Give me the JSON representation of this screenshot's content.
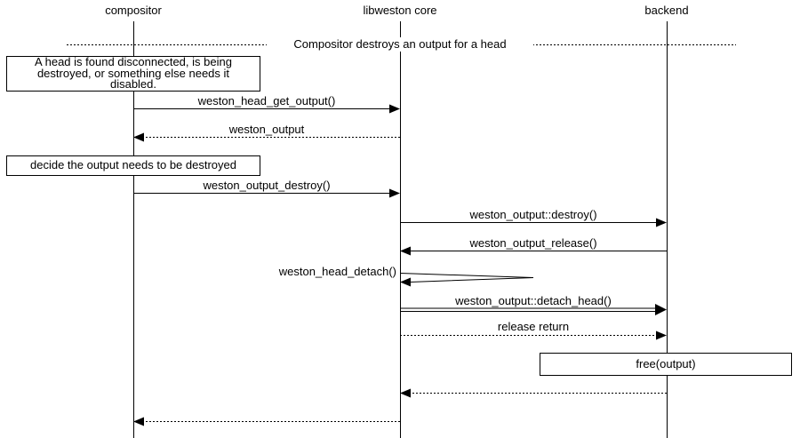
{
  "diagram": {
    "type": "sequence-diagram",
    "title": "Compositor destroys an output for a head",
    "colors": {
      "foreground": "#000000",
      "background": "#ffffff"
    },
    "participants": [
      {
        "id": "compositor",
        "label": "compositor"
      },
      {
        "id": "libweston-core",
        "label": "libweston core"
      },
      {
        "id": "backend",
        "label": "backend"
      }
    ],
    "notes": [
      {
        "over": "compositor",
        "text": "A head is found disconnected, is being\ndestroyed, or something else needs it\ndisabled."
      },
      {
        "over": "compositor",
        "text": "decide the output needs to be destroyed"
      },
      {
        "over": "backend",
        "text": "free(output)"
      }
    ],
    "messages": [
      {
        "label": "weston_head_get_output()",
        "from": "compositor",
        "to": "libweston core",
        "line": "solid"
      },
      {
        "label": "weston_output",
        "from": "libweston core",
        "to": "compositor",
        "line": "dotted"
      },
      {
        "label": "weston_output_destroy()",
        "from": "compositor",
        "to": "libweston core",
        "line": "solid"
      },
      {
        "label": "weston_output::destroy()",
        "from": "libweston core",
        "to": "backend",
        "line": "solid"
      },
      {
        "label": "weston_output_release()",
        "from": "backend",
        "to": "libweston core",
        "line": "solid"
      },
      {
        "label": "weston_head_detach()",
        "from": "libweston core",
        "to": "libweston core",
        "line": "self"
      },
      {
        "label": "weston_output::detach_head()",
        "from": "libweston core",
        "to": "backend",
        "line": "double"
      },
      {
        "label": "release return",
        "from": "libweston core",
        "to": "backend",
        "line": "dotted"
      },
      {
        "label": "",
        "from": "backend",
        "to": "libweston core",
        "line": "dotted"
      },
      {
        "label": "",
        "from": "libweston core",
        "to": "compositor",
        "line": "dotted"
      }
    ]
  }
}
